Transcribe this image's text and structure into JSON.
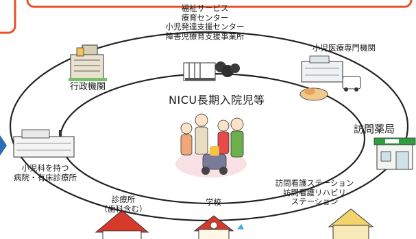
{
  "center": {
    "title": "NICU長期入院児等"
  },
  "nodes": {
    "welfare": {
      "lines": [
        "福祉サービス",
        "療育センター",
        "小児発達支援センター",
        "障害児療育支援事業所"
      ]
    },
    "pediatric_specialist": {
      "label": "小児医療専門機関"
    },
    "gov": {
      "label": "行政機関"
    },
    "pharmacy": {
      "label": "訪問薬局"
    },
    "hospital": {
      "lines": [
        "小児科を持つ",
        "病院・有床診療所"
      ]
    },
    "nursing": {
      "lines": [
        "訪問看護ステーション",
        "訪問看護リハビリ",
        "ステーション"
      ]
    },
    "clinic": {
      "lines": [
        "診療所",
        "（歯科含む）"
      ]
    },
    "school": {
      "label": "学校"
    }
  },
  "colors": {
    "ring": "#222222",
    "frame_red": "#e8502a",
    "arrow_blue": "#2a6fb5",
    "green_roof": "#2f9e3e",
    "pink": "#f2c6cf",
    "school_red": "#d63a2a"
  }
}
